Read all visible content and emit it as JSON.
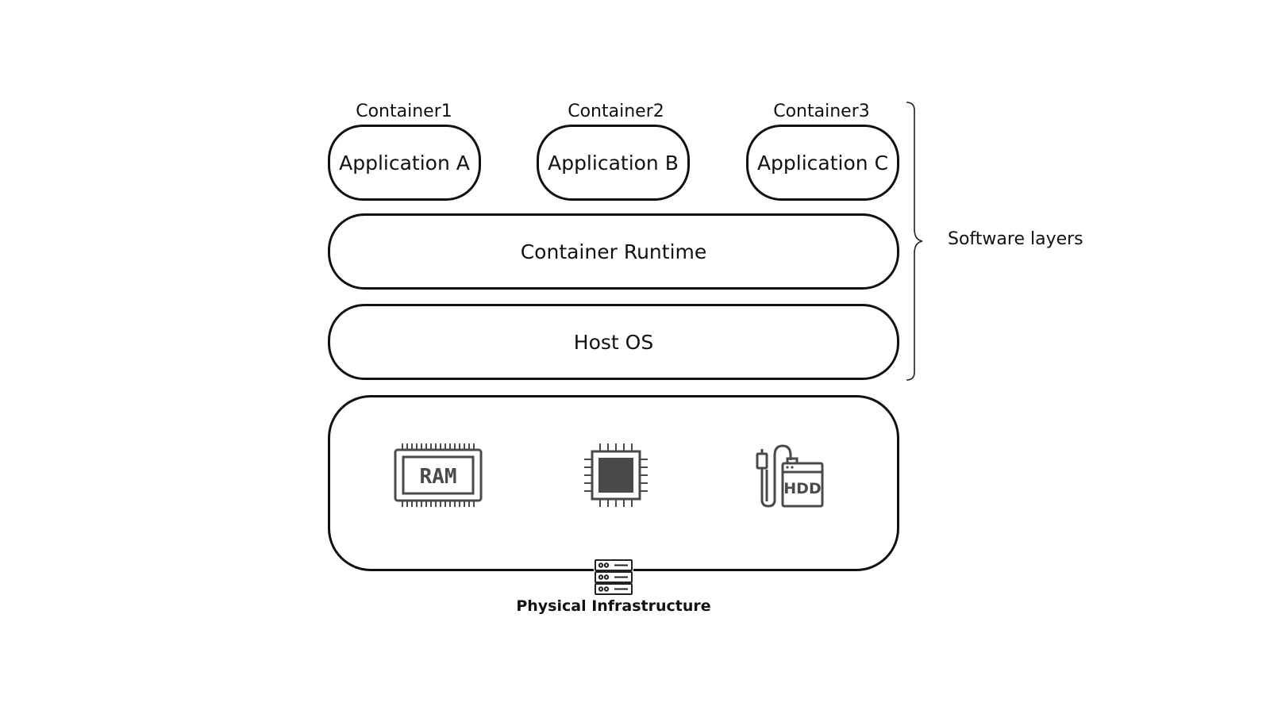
{
  "containers": [
    {
      "label": "Container1",
      "app": "Application A"
    },
    {
      "label": "Container2",
      "app": "Application B"
    },
    {
      "label": "Container3",
      "app": "Application C"
    }
  ],
  "layers": {
    "runtime": "Container Runtime",
    "host_os": "Host OS"
  },
  "brace_label": "Software layers",
  "infrastructure": {
    "label": "Physical Infrastructure",
    "icons": [
      {
        "name": "ram-icon",
        "text": "RAM"
      },
      {
        "name": "cpu-icon"
      },
      {
        "name": "hdd-icon",
        "text": "HDD"
      },
      {
        "name": "server-rack-icon"
      }
    ]
  },
  "colors": {
    "stroke": "#111111",
    "icon_gray": "#4a4a4a",
    "background": "#ffffff"
  }
}
